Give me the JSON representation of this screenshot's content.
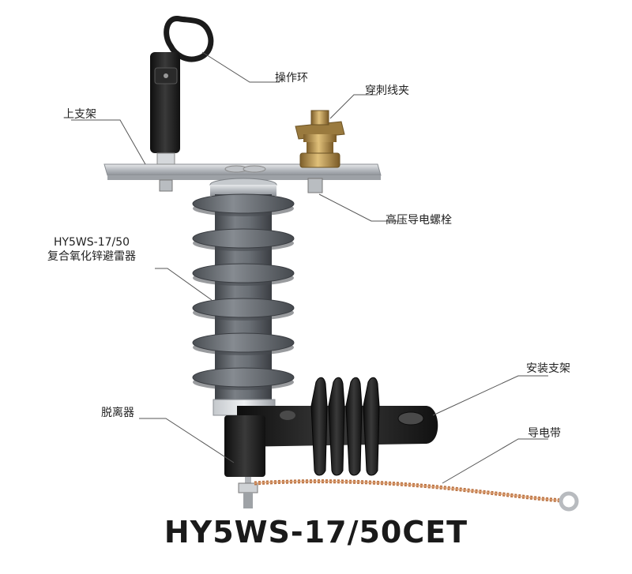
{
  "labels": {
    "operation_ring": "操作环",
    "piercing_clamp": "穿刺线夹",
    "upper_bracket": "上支架",
    "hv_bolt": "高压导电螺栓",
    "arrester_model": "HY5WS-17/50",
    "arrester_name": "复合氧化锌避雷器",
    "mounting_bracket": "安装支架",
    "disconnector": "脱离器",
    "ground_strap": "导电带"
  },
  "title": "HY5WS-17/50CET",
  "colors": {
    "housing": "#6e7277",
    "housing_dark": "#4a4e53",
    "bracket_black": "#1d1d1d",
    "steel": "#c9ccd0",
    "brass": "#b8924a",
    "copper": "#c8794a",
    "leader": "#555555"
  }
}
